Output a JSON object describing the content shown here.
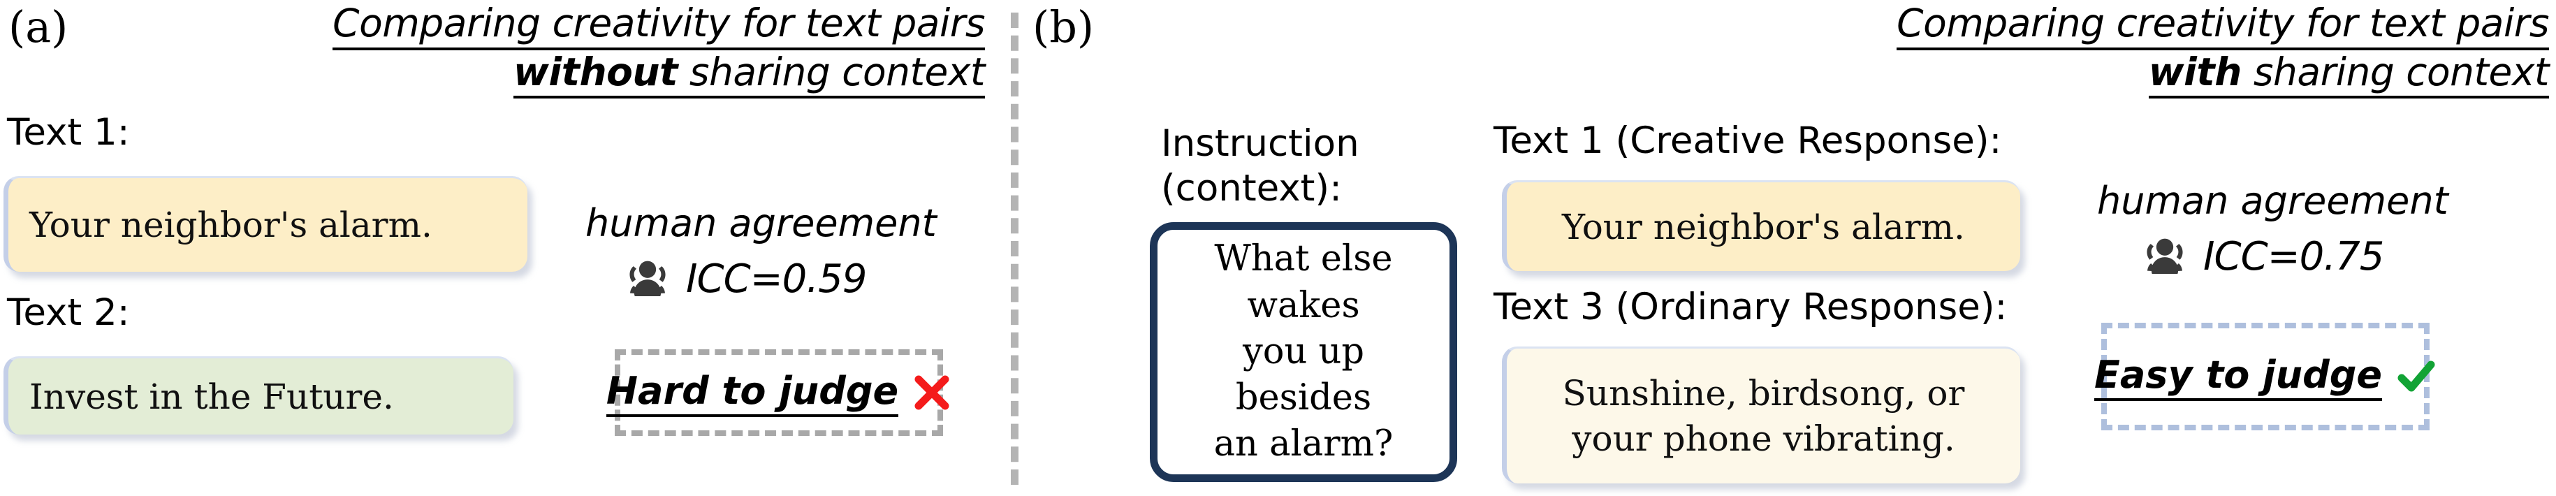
{
  "panels": [
    {
      "letter": "(a)",
      "title": {
        "line1": "Comparing creativity for text pairs",
        "emphasis": "without",
        "line2_rest": "sharing context"
      },
      "labels": {
        "text1": "Text 1:",
        "text2": "Text 2:"
      },
      "bubbles": {
        "text1": "Your neighbor's alarm.",
        "text2": "Invest in the Future."
      },
      "agreement": {
        "title": "human agreement",
        "icon": "people-group-icon",
        "icc": "ICC=0.59"
      },
      "verdict": {
        "text": "Hard to judge",
        "mark": "cross-mark-icon",
        "mark_color": "#f41b1b",
        "border_color": "#a8a8a8"
      }
    },
    {
      "letter": "(b)",
      "title": {
        "line1": "Comparing creativity for text pairs",
        "emphasis": "with",
        "line2_rest": "sharing context"
      },
      "labels": {
        "instruction_l1": "Instruction",
        "instruction_l2": "(context):",
        "text1": "Text 1 (Creative Response):",
        "text3": "Text 3 (Ordinary Response):"
      },
      "instruction_box": {
        "line1": "What else wakes",
        "line2": "you up besides",
        "line3": "an alarm?",
        "border_color": "#1d3557"
      },
      "bubbles": {
        "text1": "Your neighbor's alarm.",
        "text3_line1": "Sunshine, birdsong, or",
        "text3_line2": "your phone vibrating."
      },
      "agreement": {
        "title": "human agreement",
        "icon": "people-group-icon",
        "icc": "ICC=0.75"
      },
      "verdict": {
        "text": "Easy to judge",
        "mark": "check-mark-icon",
        "mark_color": "#12a335",
        "border_color": "#aebfdd"
      }
    }
  ],
  "colors": {
    "bubble_yellow": "#fdeec7",
    "bubble_green": "#e3edd6",
    "bubble_cream": "#fdf8e9",
    "bubble_edge": "#c4cfe8",
    "divider": "#b4b4b4"
  }
}
